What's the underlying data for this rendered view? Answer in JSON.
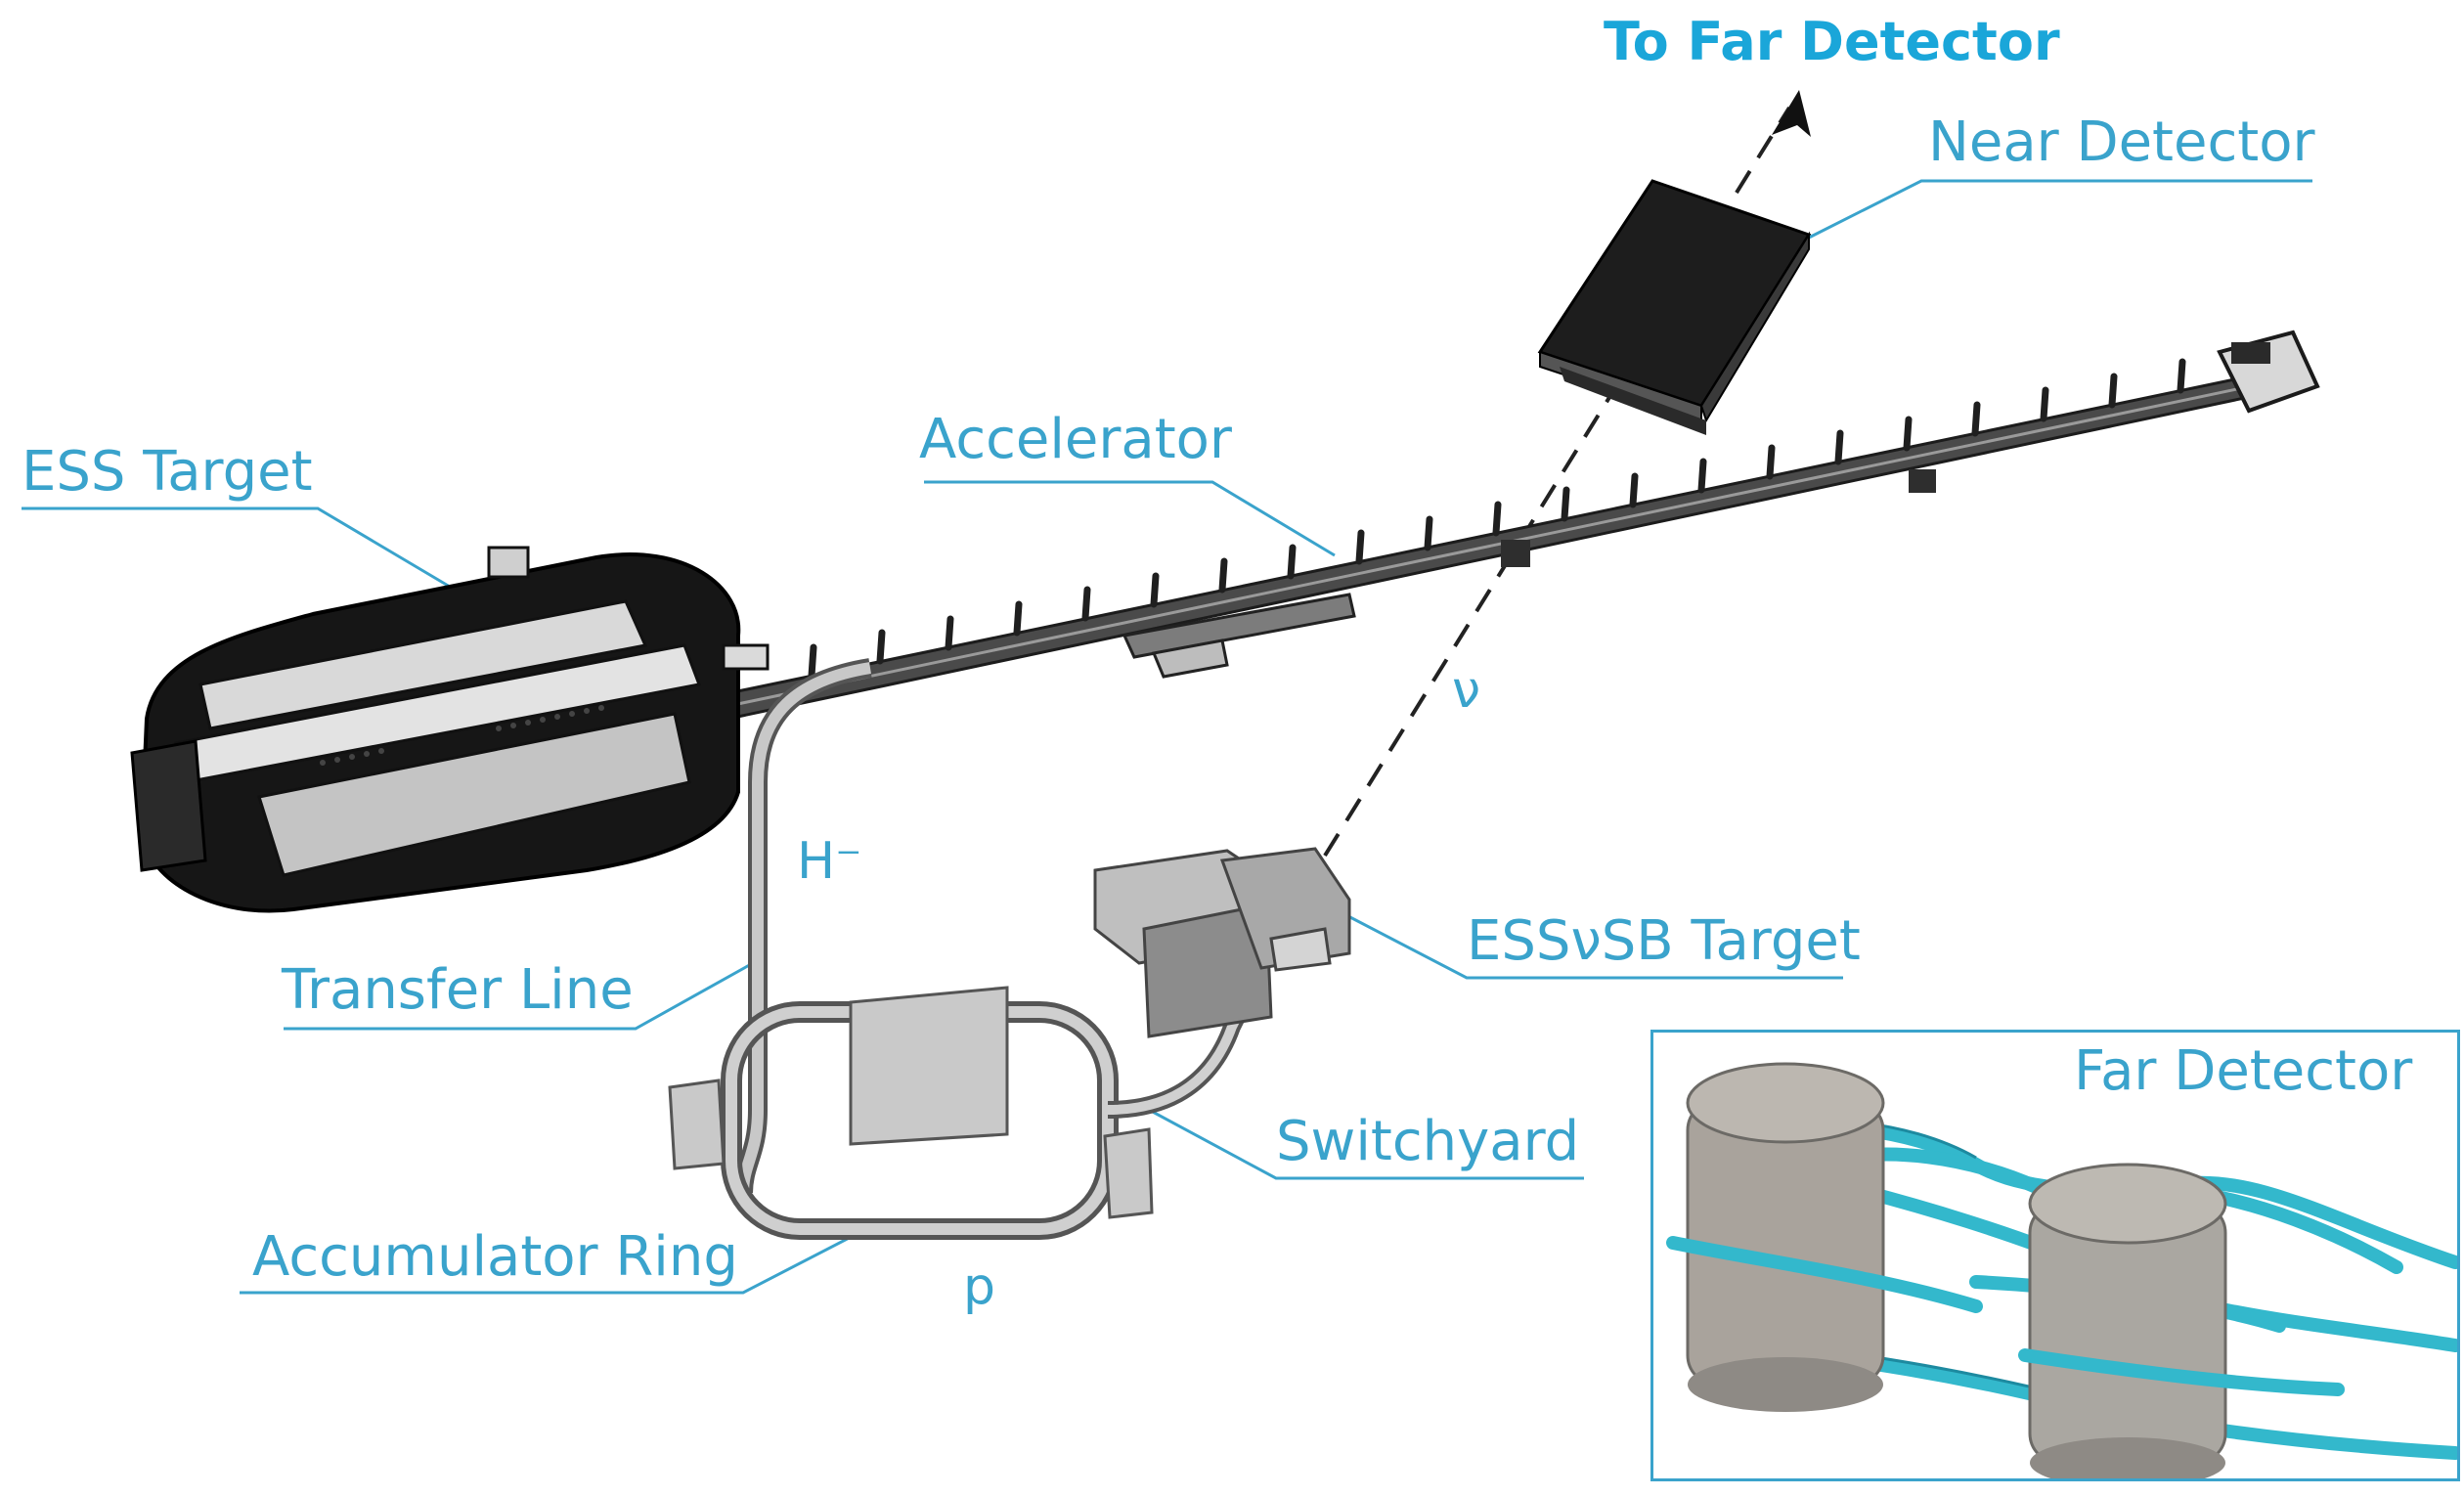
{
  "labels": {
    "to_far_detector": "To Far Detector",
    "near_detector": "Near Detector",
    "ess_target": "ESS Target",
    "accelerator": "Accelerator",
    "nu": "ν",
    "h_minus": "H⁻",
    "essvsb_target": "ESSνSB Target",
    "transfer_line": "Transfer Line",
    "switchyard": "Switchyard",
    "accumulator_ring": "Accumulator Ring",
    "p": "p",
    "far_detector": "Far Detector"
  },
  "colors": {
    "label": "#3aa3cc",
    "title_arrow_label": "#1aa6d9",
    "pipe": "#33b8cc",
    "tank": "#a9a39c"
  }
}
